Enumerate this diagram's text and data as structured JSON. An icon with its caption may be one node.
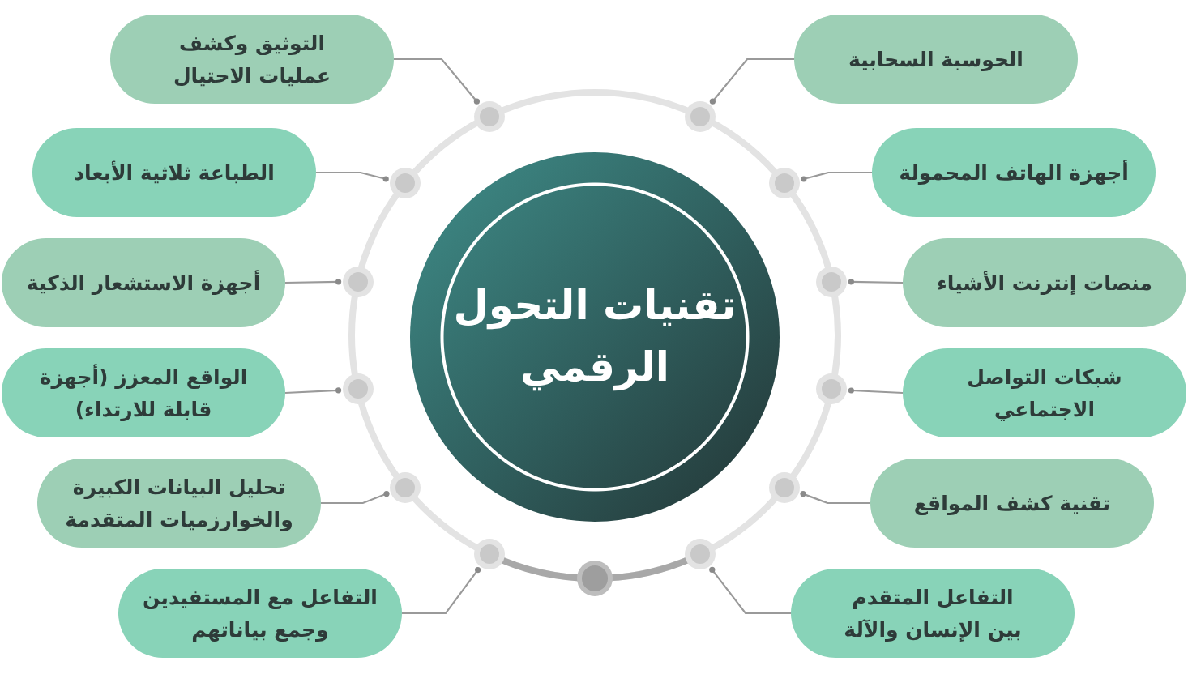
{
  "diagram": {
    "nodes": [
      {
        "text": [
          "تقنيات التحول الرقمي"
        ]
      },
      {
        "text": [
          "الحوسبة السحابية"
        ]
      },
      {
        "text": [
          "أجهزة الهاتف المحمولة"
        ]
      },
      {
        "text": [
          "منصات إنترنت الأشياء"
        ]
      },
      {
        "text": [
          "شبكات التواصل الاجتماعي"
        ]
      },
      {
        "text": [
          "تقنية كشف المواقع"
        ]
      },
      {
        "text": [
          "التفاعل المتقدم بين الإنسان والآلة"
        ]
      },
      {
        "text": [
          "التوثيق وكشف عمليات الاحتيال"
        ]
      },
      {
        "text": [
          "الطباعة ثلاثية الأبعاد"
        ]
      },
      {
        "text": [
          "أجهزة الاستشعار الذكية"
        ]
      },
      {
        "text": [
          "الواقع المعزز (أجهزة قابلة للارتداء)"
        ]
      },
      {
        "text": [
          "تحليل البيانات الكبيرة والخوارزميات المتقدمة"
        ]
      },
      {
        "text": [
          "التفاعل مع المستفيدين وجمع بياناتهم"
        ]
      },
      {
        "text": [],
        "shape": "circle"
      },
      {
        "text": [],
        "shape": "circle"
      },
      {
        "text": [],
        "shape": "circle"
      },
      {
        "text": [],
        "shape": "circle"
      },
      {
        "text": [],
        "shape": "circle"
      },
      {
        "text": [],
        "shape": "circle"
      },
      {
        "text": [],
        "shape": "circle"
      },
      {
        "text": [],
        "shape": "circle"
      },
      {
        "text": [],
        "shape": "circle"
      },
      {
        "text": [],
        "shape": "circle"
      },
      {
        "text": [],
        "shape": "circle"
      },
      {
        "text": [],
        "shape": "circle"
      }
    ],
    "edges": [
      {
        "from": 1,
        "to": 13,
        "arrow": "other"
      },
      {
        "from": 2,
        "to": 14,
        "arrow": "other"
      },
      {
        "from": 3,
        "to": 15,
        "arrow": "other"
      },
      {
        "from": 4,
        "to": 16,
        "arrow": "other"
      },
      {
        "from": 5,
        "to": 17,
        "arrow": "other"
      },
      {
        "from": 6,
        "to": 18,
        "arrow": "other"
      },
      {
        "from": 7,
        "to": 19,
        "arrow": "other"
      },
      {
        "from": 8,
        "to": 20,
        "arrow": "other"
      },
      {
        "from": 9,
        "to": 21,
        "arrow": "other"
      },
      {
        "from": 10,
        "to": 22,
        "arrow": "other"
      },
      {
        "from": 11,
        "to": 23,
        "arrow": "other"
      },
      {
        "from": 12,
        "to": 24,
        "arrow": "other"
      }
    ]
  }
}
